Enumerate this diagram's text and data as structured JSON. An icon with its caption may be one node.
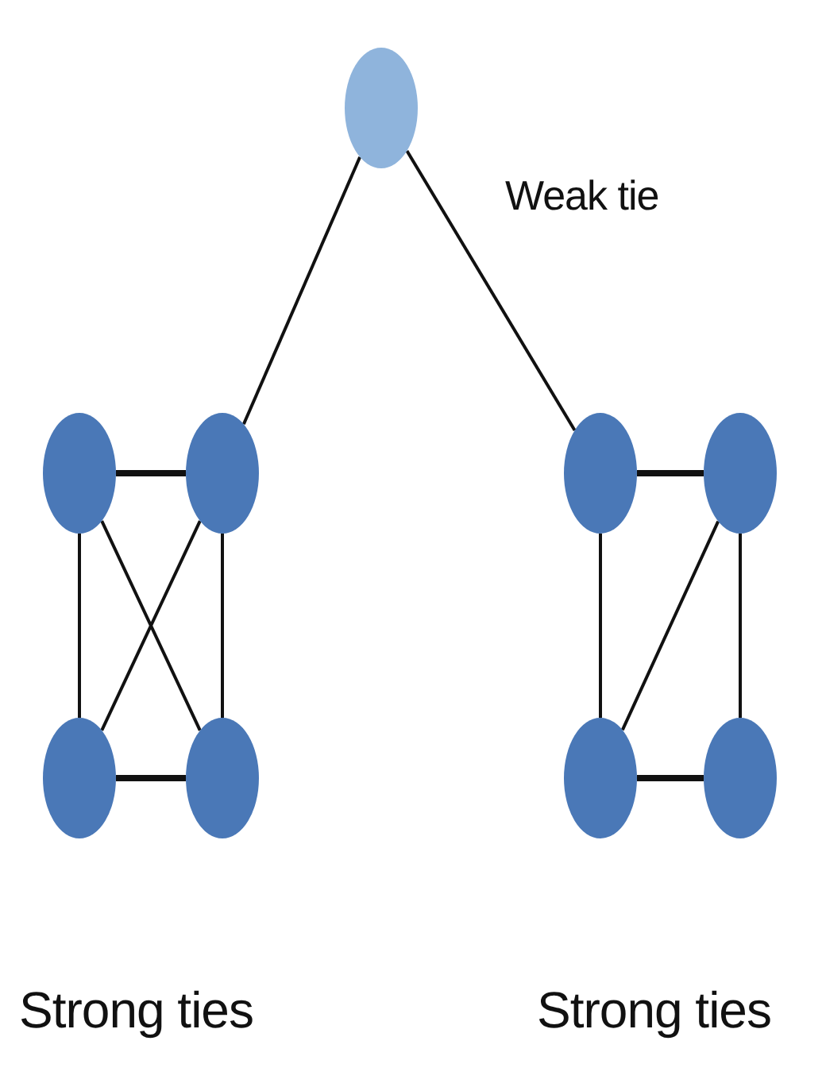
{
  "diagram": {
    "nodes": [
      {
        "text": [],
        "shape": "circle"
      },
      {
        "text": [],
        "shape": "circle"
      },
      {
        "text": [],
        "shape": "circle"
      },
      {
        "text": [],
        "shape": "circle"
      },
      {
        "text": [],
        "shape": "circle"
      },
      {
        "text": [],
        "shape": "circle"
      },
      {
        "text": [],
        "shape": "circle"
      },
      {
        "text": [],
        "shape": "circle"
      },
      {
        "text": [],
        "shape": "circle"
      }
    ],
    "edges": [
      {
        "from": 0,
        "to": 2,
        "arrow": "none"
      },
      {
        "from": 0,
        "to": 3,
        "arrow": "none"
      },
      {
        "from": 1,
        "to": 2,
        "arrow": "none",
        "style": "thick"
      },
      {
        "from": 5,
        "to": 6,
        "arrow": "none",
        "style": "thick"
      },
      {
        "from": 1,
        "to": 5,
        "arrow": "none"
      },
      {
        "from": 2,
        "to": 6,
        "arrow": "none"
      },
      {
        "from": 1,
        "to": 6,
        "arrow": "none"
      },
      {
        "from": 2,
        "to": 5,
        "arrow": "none"
      },
      {
        "from": 3,
        "to": 4,
        "arrow": "none",
        "style": "thick"
      },
      {
        "from": 7,
        "to": 8,
        "arrow": "none",
        "style": "thick"
      },
      {
        "from": 3,
        "to": 7,
        "arrow": "none"
      },
      {
        "from": 4,
        "to": 8,
        "arrow": "none"
      },
      {
        "from": 7,
        "to": 4,
        "arrow": "none"
      }
    ],
    "labels": [
      "Weak tie",
      "Strong ties",
      "Strong ties"
    ]
  }
}
